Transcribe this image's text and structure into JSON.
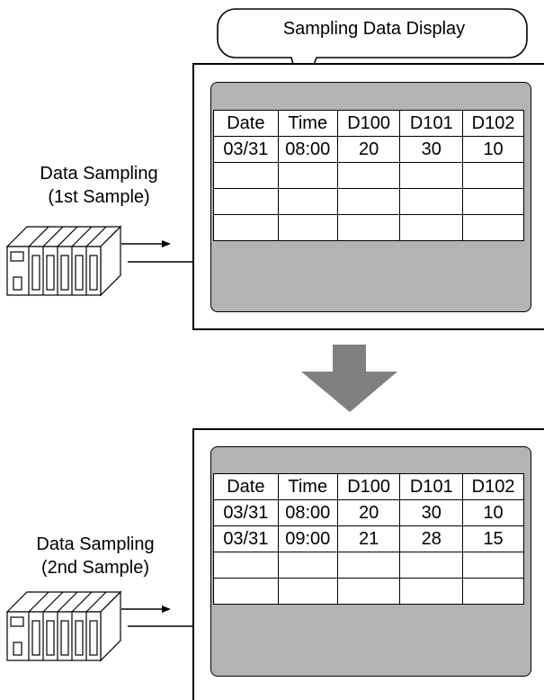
{
  "callout": {
    "text": "Sampling Data Display"
  },
  "panels": [
    {
      "label_line1": "Data Sampling",
      "label_line2": "(1st Sample)",
      "headers": [
        "Date",
        "Time",
        "D100",
        "D101",
        "D102"
      ],
      "rows": [
        [
          "03/31",
          "08:00",
          "20",
          "30",
          "10"
        ],
        [
          "",
          "",
          "",
          "",
          ""
        ],
        [
          "",
          "",
          "",
          "",
          ""
        ],
        [
          "",
          "",
          "",
          "",
          ""
        ]
      ]
    },
    {
      "label_line1": "Data Sampling",
      "label_line2": "(2nd Sample)",
      "headers": [
        "Date",
        "Time",
        "D100",
        "D101",
        "D102"
      ],
      "rows": [
        [
          "03/31",
          "08:00",
          "20",
          "30",
          "10"
        ],
        [
          "03/31",
          "09:00",
          "21",
          "28",
          "15"
        ],
        [
          "",
          "",
          "",
          "",
          ""
        ],
        [
          "",
          "",
          "",
          "",
          ""
        ]
      ]
    }
  ],
  "colors": {
    "screen": "#b3b3b3",
    "arrow": "#808080"
  }
}
